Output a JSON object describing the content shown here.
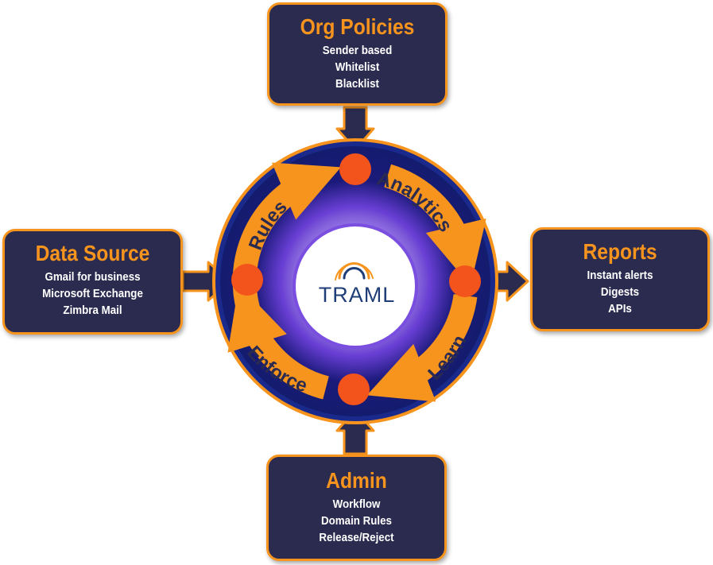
{
  "center": {
    "logo_text": "TRAML"
  },
  "cycle": {
    "rules_label": "Rules",
    "analytics_label": "Analytics",
    "learn_label": "Learn",
    "enforce_label": "Enforce"
  },
  "org_policies": {
    "title": "Org Policies",
    "items": [
      "Sender based",
      "Whitelist",
      "Blacklist"
    ]
  },
  "data_source": {
    "title": "Data Source",
    "items": [
      "Gmail for business",
      "Microsoft Exchange",
      "Zimbra Mail"
    ]
  },
  "reports": {
    "title": "Reports",
    "items": [
      "Instant alerts",
      "Digests",
      "APIs"
    ]
  },
  "admin": {
    "title": "Admin",
    "items": [
      "Workflow",
      "Domain Rules",
      "Release/Reject"
    ]
  },
  "colors": {
    "orange": "#f7941d",
    "navy": "#2b2b50",
    "ring_blue": "#1a2a8c",
    "node_red": "#f2541b",
    "logo_blue": "#1f3e77"
  }
}
